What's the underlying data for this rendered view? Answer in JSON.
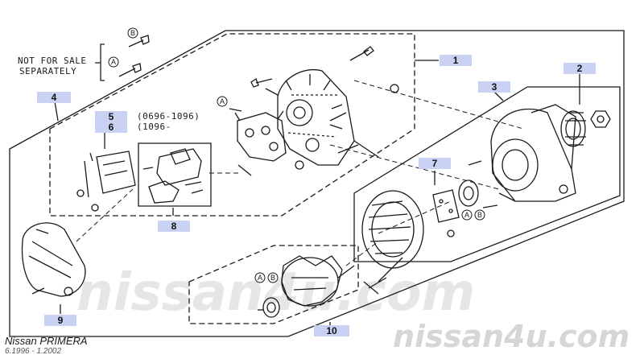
{
  "diagram": {
    "note_not_for_sale": "NOT FOR SALE",
    "note_separately": "SEPARATELY",
    "date_code_1": "(0696-1096)",
    "date_code_2": "(1096-",
    "callouts": {
      "c1": "1",
      "c2": "2",
      "c3": "3",
      "c4": "4",
      "c5": "5",
      "c6": "6",
      "c7": "7",
      "c8": "8",
      "c9": "9",
      "c10": "10"
    },
    "refs": {
      "a": "A",
      "b": "B"
    }
  },
  "footer": {
    "model": "Nissan PRIMERA",
    "years": "6.1996 - 1.2002",
    "watermark": "nissan4u.com",
    "watermark_bg": "nissan4u.com"
  },
  "colors": {
    "line": "#1a1a1a",
    "callout_bg": "#c9d2f2",
    "watermark": "#b4b4b4"
  }
}
